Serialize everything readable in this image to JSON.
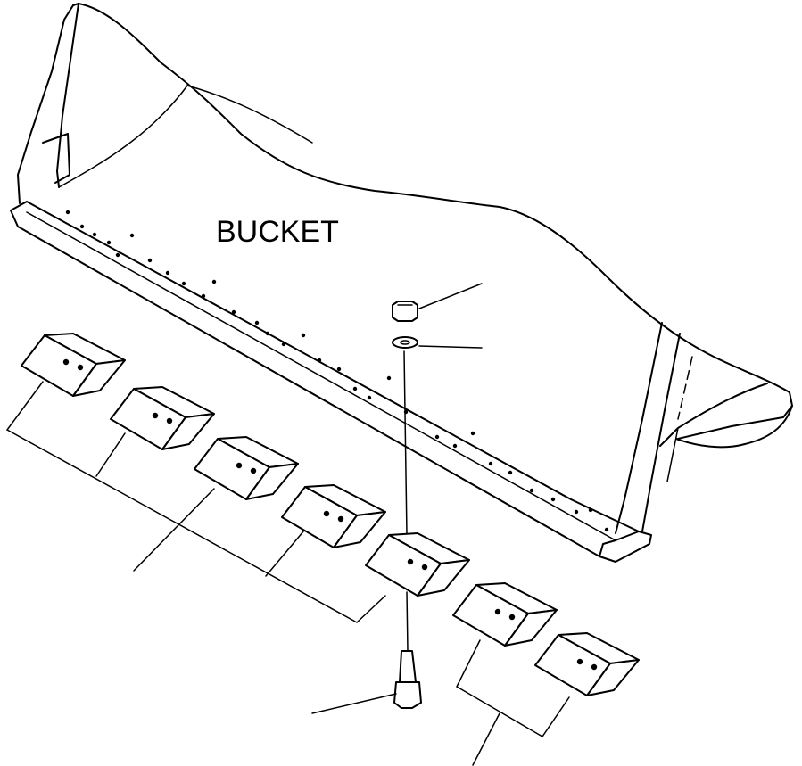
{
  "diagram": {
    "labels": {
      "bucket": "BUCKET"
    },
    "parts": [
      {
        "name": "bucket"
      },
      {
        "name": "cutting-edge"
      },
      {
        "name": "nut"
      },
      {
        "name": "washer"
      },
      {
        "name": "bolt"
      },
      {
        "name": "bit",
        "count": 7
      }
    ]
  }
}
